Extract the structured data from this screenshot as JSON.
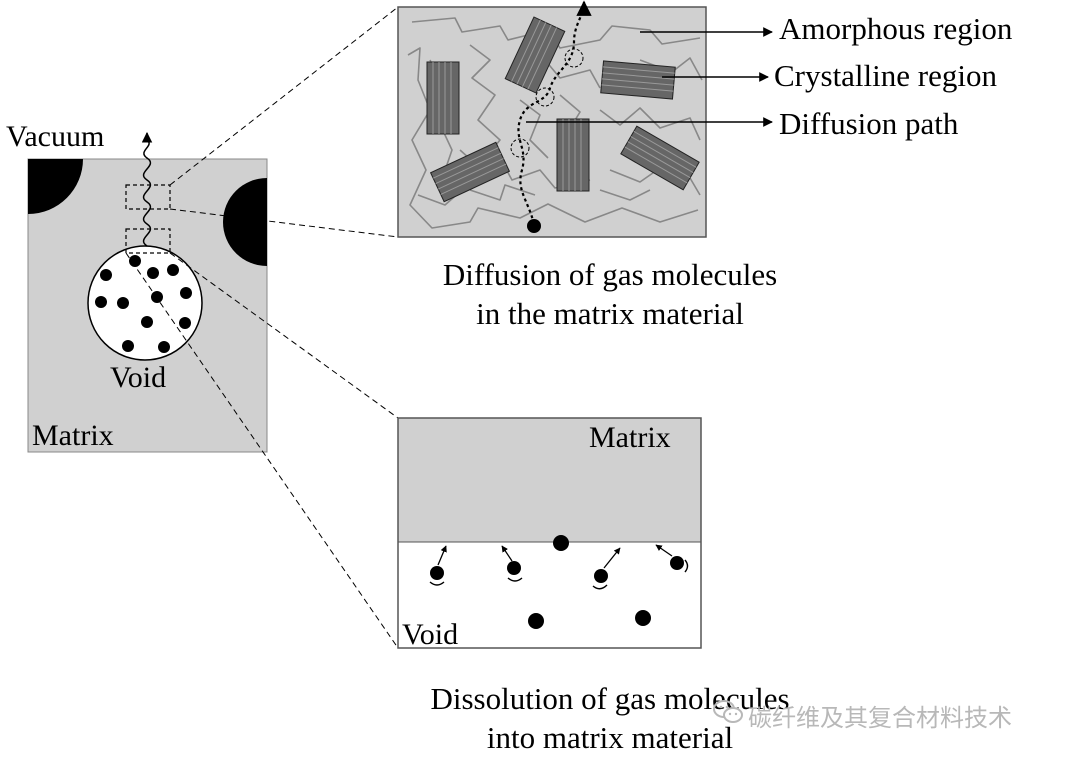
{
  "labels": {
    "vacuum": "Vacuum",
    "void_left": "Void",
    "matrix_left": "Matrix",
    "amorphous": "Amorphous region",
    "crystalline": "Crystalline region",
    "diffusion_path": "Diffusion path",
    "matrix_zoom": "Matrix",
    "void_zoom": "Void"
  },
  "captions": {
    "top_line1": "Diffusion of gas molecules",
    "top_line2": "in the matrix material",
    "bottom_line1": "Dissolution of gas molecules",
    "bottom_line2": "into matrix material"
  },
  "watermark": {
    "text": "碳纤维及其复合材料技术",
    "icon": "wechat-icon"
  },
  "colors": {
    "matrix_fill": "#d0d0d0",
    "void_fill": "#ffffff",
    "lamella_fill": "#666666",
    "chain_stroke": "#888888",
    "ink": "#000000"
  }
}
